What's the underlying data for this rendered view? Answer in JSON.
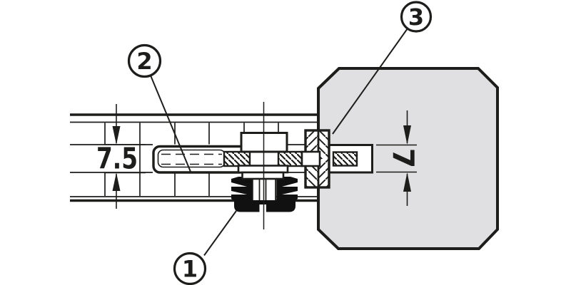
{
  "diagram": {
    "description": "Technical cross-section installation drawing of a panel connector fitting",
    "dimension_left": {
      "value": "7.5"
    },
    "dimension_right": {
      "value": "7"
    },
    "callouts": [
      {
        "number": "1",
        "points_to": "black expansion sleeve under bolt"
      },
      {
        "number": "2",
        "points_to": "connector housing inside left panel"
      },
      {
        "number": "3",
        "points_to": "cross-hatched trim disc at panel joint"
      }
    ],
    "colors": {
      "line": "#1d1d1b",
      "right_panel_fill": "#e0e0e2",
      "fitting_black": "#111111",
      "background": "#ffffff"
    }
  }
}
